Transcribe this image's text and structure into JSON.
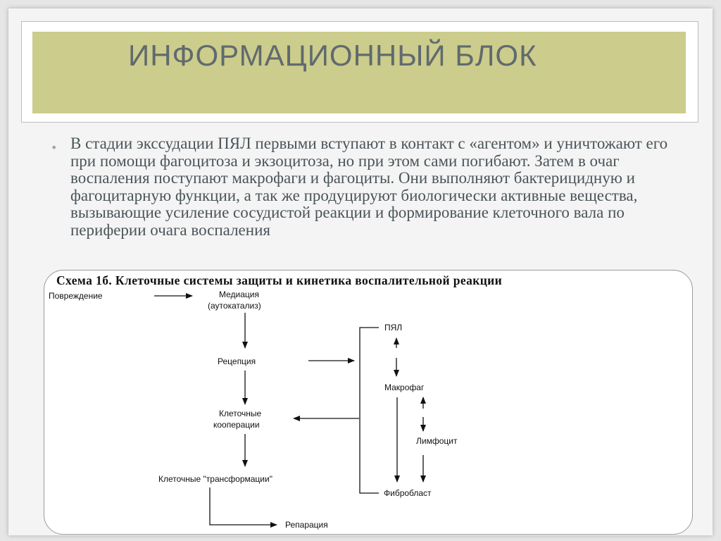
{
  "slide": {
    "title": "ИНФОРМАЦИОННЫЙ БЛОК",
    "bullet_text": "В стадии экссудации ПЯЛ первыми вступают в контакт с «агентом» и уничтожают его при помощи фагоцитоза и экзоцитоза, но при этом сами погибают. Затем в очаг воспаления поступают макрофаги и фагоциты. Они выполняют бактерицидную и фагоцитарную функции, а так же продуцируют биологически активные вещества, вызывающие усиление сосудистой реакции и формирование клеточного вала по периферии очага воспаления",
    "colors": {
      "title_band": "#cccc8c",
      "title_text": "#606a6e",
      "body_text": "#4a5458"
    }
  },
  "diagram": {
    "caption": "Схема 1б. Клеточные системы защиты и кинетика воспалительной реакции",
    "nodes": {
      "damage": "Повреждение",
      "mediation_1": "Медиация",
      "mediation_2": "(аутокатализ)",
      "reception": "Рецепция",
      "coop_1": "Клеточные",
      "coop_2": "кооперации",
      "transform": "Клеточные \"трансформации\"",
      "repair": "Репарация",
      "pmn": "ПЯЛ",
      "macrophage": "Макрофаг",
      "lymphocyte": "Лимфоцит",
      "fibroblast": "Фибробласт"
    }
  }
}
